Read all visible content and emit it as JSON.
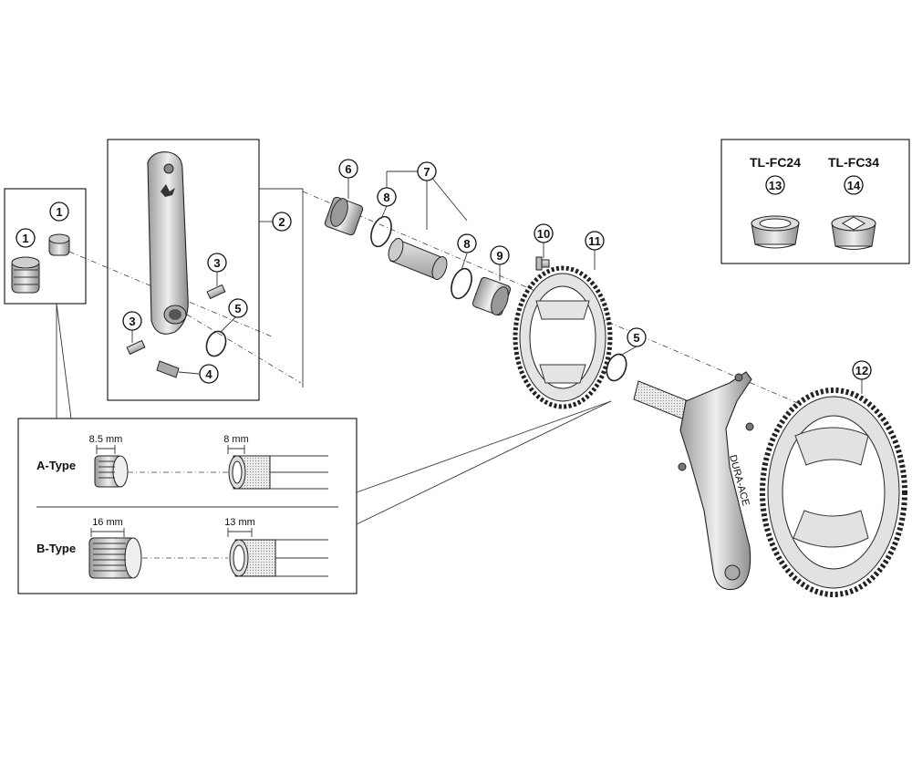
{
  "callouts": {
    "c1a": "1",
    "c1b": "1",
    "c2": "2",
    "c3a": "3",
    "c3b": "3",
    "c4": "4",
    "c5a": "5",
    "c5b": "5",
    "c6": "6",
    "c7": "7",
    "c8a": "8",
    "c8b": "8",
    "c9": "9",
    "c10": "10",
    "c11": "11",
    "c12": "12",
    "c13": "13",
    "c14": "14"
  },
  "tools": {
    "tool_a_name": "TL-FC24",
    "tool_b_name": "TL-FC34"
  },
  "inset": {
    "a_type_label": "A-Type",
    "b_type_label": "B-Type",
    "a_left_dim": "8.5 mm",
    "a_right_dim": "8 mm",
    "b_left_dim": "16 mm",
    "b_right_dim": "13 mm"
  },
  "crank_text": "DURA-ACE"
}
